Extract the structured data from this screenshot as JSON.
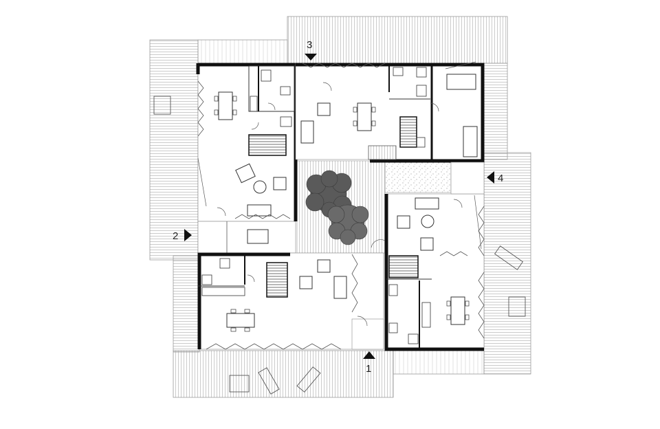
{
  "entrances": [
    {
      "id": "entrance-1",
      "label": "1"
    },
    {
      "id": "entrance-2",
      "label": "2"
    },
    {
      "id": "entrance-3",
      "label": "3"
    },
    {
      "id": "entrance-4",
      "label": "4"
    }
  ],
  "colors": {
    "wall": "#111111",
    "line": "#555555",
    "deck": "#9a9a9a",
    "tree": "#555555",
    "gravel": "#bbbbbb"
  }
}
